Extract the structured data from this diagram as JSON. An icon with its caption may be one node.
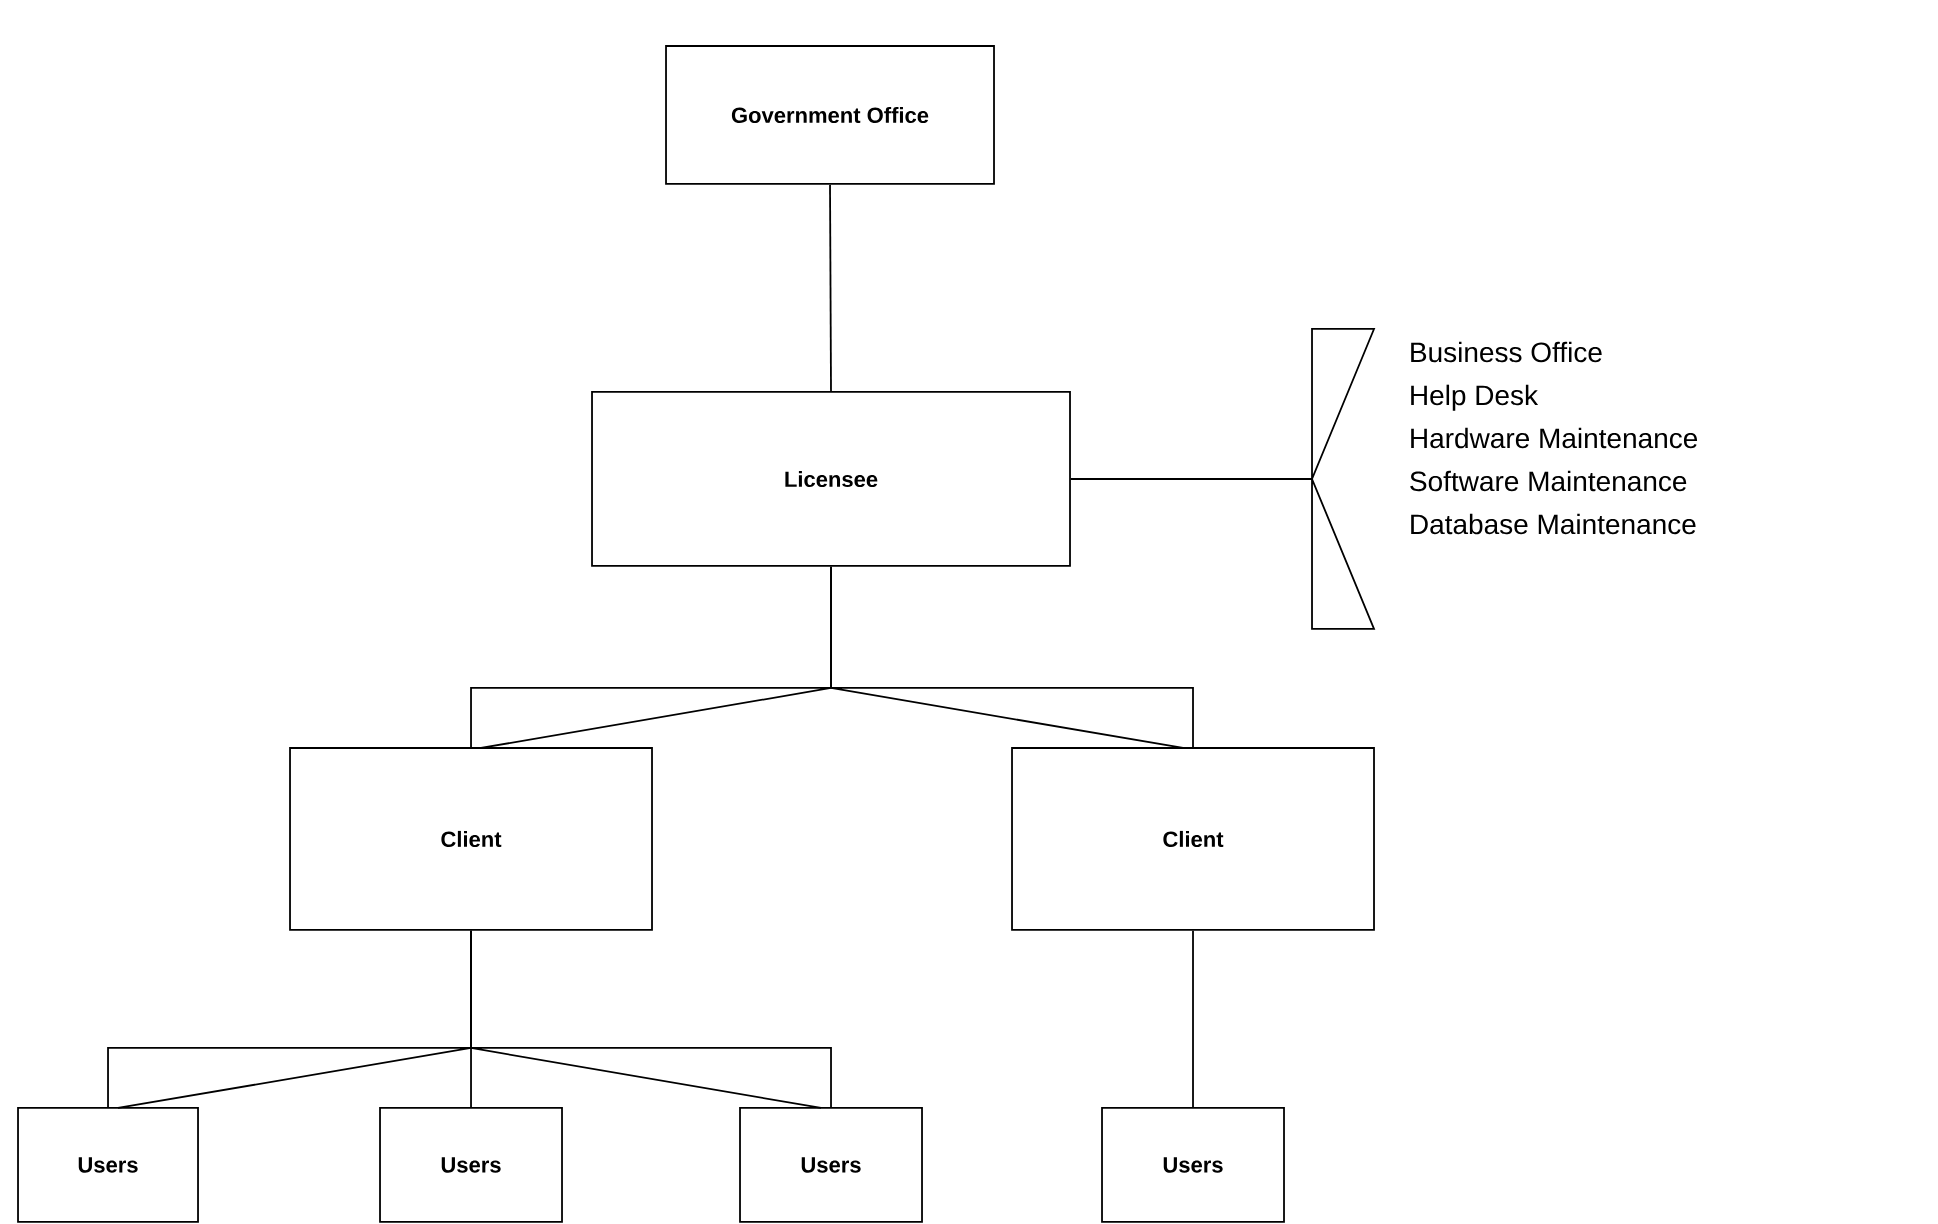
{
  "diagram": {
    "nodes": [
      {
        "text": [
          "Government Office"
        ]
      },
      {
        "text": [
          "Licensee"
        ]
      },
      {
        "text": [
          "Business Office",
          "Help Desk",
          "Hardware Maintenance",
          "Software Maintenance",
          "Database Maintenance"
        ]
      },
      {
        "text": [
          "Client"
        ]
      },
      {
        "text": [
          "Client"
        ]
      },
      {
        "text": [
          "Users"
        ]
      },
      {
        "text": [
          "Users"
        ]
      },
      {
        "text": [
          "Users"
        ]
      },
      {
        "text": [
          "Users"
        ]
      }
    ],
    "edges": [
      {
        "from": 0,
        "to": 1,
        "arrow": "none"
      },
      {
        "from": 1,
        "to": 2,
        "arrow": "none"
      },
      {
        "from": 1,
        "to": 3,
        "arrow": "none"
      },
      {
        "from": 1,
        "to": 4,
        "arrow": "none"
      },
      {
        "from": 3,
        "to": 5,
        "arrow": "none"
      },
      {
        "from": 3,
        "to": 6,
        "arrow": "none"
      },
      {
        "from": 3,
        "to": 7,
        "arrow": "none"
      },
      {
        "from": 4,
        "to": 8,
        "arrow": "none"
      }
    ]
  }
}
